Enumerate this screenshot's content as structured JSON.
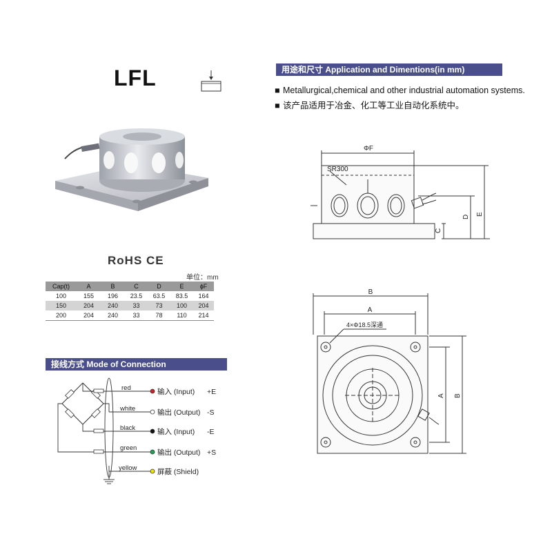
{
  "title": "LFL",
  "application": {
    "header": "用途和尺寸 Application and Dimentions(in mm)",
    "bullets": [
      "Metallurgical,chemical and other industrial automation systems.",
      "该产品适用于冶金、化工等工业自动化系统中。"
    ]
  },
  "certifications": "RoHS CE",
  "unit_label": "单位：mm",
  "spec_table": {
    "headers": [
      "Cap(t)",
      "A",
      "B",
      "C",
      "D",
      "E",
      "ϕF"
    ],
    "rows": [
      [
        "100",
        "155",
        "196",
        "23.5",
        "63.5",
        "83.5",
        "164"
      ],
      [
        "150",
        "204",
        "240",
        "33",
        "73",
        "100",
        "204"
      ],
      [
        "200",
        "204",
        "240",
        "33",
        "78",
        "110",
        "214"
      ]
    ]
  },
  "connection": {
    "header": "接线方式 Mode of Connection",
    "wires": [
      {
        "color_name": "red",
        "label": "输入 (Input)",
        "signal": "+E",
        "color": "#d42020"
      },
      {
        "color_name": "white",
        "label": "输出 (Output)",
        "signal": "-S",
        "color": "#ffffff"
      },
      {
        "color_name": "black",
        "label": "输入 (Input)",
        "signal": "-E",
        "color": "#111111"
      },
      {
        "color_name": "green",
        "label": "输出 (Output)",
        "signal": "+S",
        "color": "#1aa64a"
      },
      {
        "color_name": "yellow",
        "label": "屏蔽 (Shield)",
        "signal": "",
        "color": "#f2e600"
      }
    ]
  },
  "side_view": {
    "dim_F": "ΦF",
    "radius": "SR300",
    "dim_C": "C",
    "dim_D": "D",
    "dim_E": "E"
  },
  "top_view": {
    "dim_B": "B",
    "dim_A": "A",
    "holes": "4×Φ18.5深通",
    "dim_A_side": "A",
    "dim_B_side": "B"
  },
  "colors": {
    "section_bar": "#4a4f8c",
    "table_header": "#9a9a9a",
    "table_shade": "#d4d4d4"
  }
}
